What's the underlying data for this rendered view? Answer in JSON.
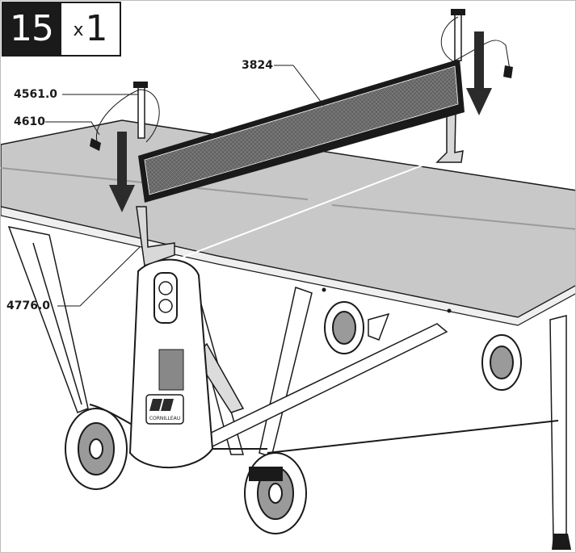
{
  "step": {
    "number": "15",
    "qty_prefix": "x",
    "qty_value": "1"
  },
  "callouts": {
    "net": "3824",
    "post_clamp": "4561.0",
    "tension_cord": "4610",
    "net_post": "4776.0"
  },
  "brand_label": "CORNILLEAU",
  "colors": {
    "table_top": "#c8c8c8",
    "outline": "#1a1a1a",
    "arrow": "#2b2b2b",
    "background": "#ffffff"
  }
}
